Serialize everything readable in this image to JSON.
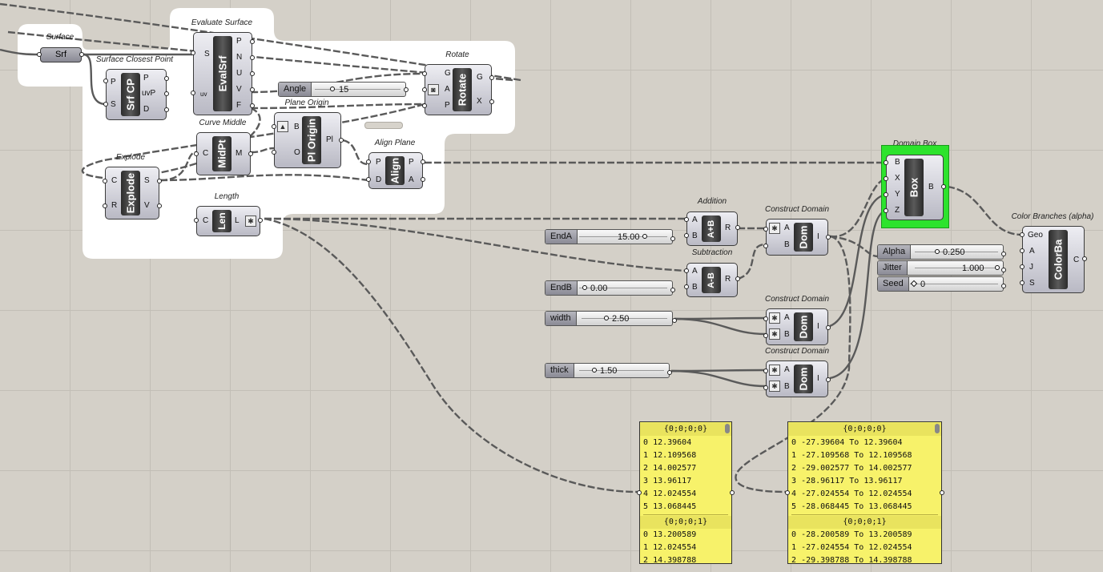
{
  "colors": {
    "canvas": "#d4d0c8",
    "group": "#ffffff",
    "panel": "#f7f26a",
    "selected": "#2de32d"
  },
  "surface": {
    "title": "Surface",
    "core": "Srf"
  },
  "surface_closest_point": {
    "title": "Surface Closest Point",
    "core": "Srf CP",
    "in": [
      "P",
      "S"
    ],
    "out": [
      "P",
      "uvP",
      "D"
    ]
  },
  "evaluate_surface": {
    "title": "Evaluate Surface",
    "core": "EvalSrf",
    "in": [
      "S",
      "uv"
    ],
    "out": [
      "P",
      "N",
      "U",
      "V",
      "F"
    ]
  },
  "rotate": {
    "title": "Rotate",
    "core": "Rotate",
    "in": [
      "G",
      "A",
      "P"
    ],
    "out": [
      "G",
      "X"
    ]
  },
  "angle_slider": {
    "name": "Angle",
    "value": "15"
  },
  "plane_origin": {
    "title": "Plane Origin",
    "core": "Pl Origin",
    "in": [
      "B",
      "O"
    ],
    "out": [
      "Pl"
    ]
  },
  "curve_middle": {
    "title": "Curve Middle",
    "core": "MidPt",
    "in": [
      "C"
    ],
    "out": [
      "M"
    ]
  },
  "align_plane": {
    "title": "Align Plane",
    "core": "Align",
    "in": [
      "P",
      "D"
    ],
    "out": [
      "P",
      "A"
    ]
  },
  "explode": {
    "title": "Explode",
    "core": "Explode",
    "in": [
      "C",
      "R"
    ],
    "out": [
      "S",
      "V"
    ]
  },
  "length": {
    "title": "Length",
    "core": "Len",
    "in": [
      "C"
    ],
    "out": [
      "L"
    ]
  },
  "addition": {
    "title": "Addition",
    "core": "A+B",
    "in": [
      "A",
      "B"
    ],
    "out": [
      "R"
    ]
  },
  "subtraction": {
    "title": "Subtraction",
    "core": "A-B",
    "in": [
      "A",
      "B"
    ],
    "out": [
      "R"
    ]
  },
  "construct_domain": {
    "title": "Construct Domain",
    "core": "Dom",
    "in": [
      "A",
      "B"
    ],
    "out": [
      "I"
    ]
  },
  "sliders": {
    "endA": {
      "name": "EndA",
      "value": "15.00"
    },
    "endB": {
      "name": "EndB",
      "value": "0.00"
    },
    "width": {
      "name": "width",
      "value": "2.50"
    },
    "thick": {
      "name": "thick",
      "value": "1.50"
    },
    "alpha": {
      "name": "Alpha",
      "value": "0.250"
    },
    "jitter": {
      "name": "Jitter",
      "value": "1.000"
    },
    "seed": {
      "name": "Seed",
      "value": "0"
    }
  },
  "domain_box": {
    "title": "Domain Box",
    "core": "Box",
    "in": [
      "B",
      "X",
      "Y",
      "Z"
    ],
    "out": [
      "B"
    ]
  },
  "color_branches": {
    "title": "Color Branches (alpha)",
    "core": "ColorBa",
    "in": [
      "Geo",
      "A",
      "J",
      "S"
    ],
    "out": [
      "C"
    ]
  },
  "panel_lengths": {
    "branch0": "{0;0;0;0}",
    "rows0": [
      {
        "i": "0",
        "v": "12.39604"
      },
      {
        "i": "1",
        "v": "12.109568"
      },
      {
        "i": "2",
        "v": "14.002577"
      },
      {
        "i": "3",
        "v": "13.96117"
      },
      {
        "i": "4",
        "v": "12.024554"
      },
      {
        "i": "5",
        "v": "13.068445"
      }
    ],
    "branch1": "{0;0;0;1}",
    "rows1": [
      {
        "i": "0",
        "v": "13.200589"
      },
      {
        "i": "1",
        "v": "12.024554"
      },
      {
        "i": "2",
        "v": "14.398788"
      }
    ]
  },
  "panel_domains": {
    "branch0": "{0;0;0;0}",
    "rows0": [
      {
        "i": "0",
        "v": "-27.39604 To 12.39604"
      },
      {
        "i": "1",
        "v": "-27.109568 To 12.109568"
      },
      {
        "i": "2",
        "v": "-29.002577 To 14.002577"
      },
      {
        "i": "3",
        "v": "-28.96117 To 13.96117"
      },
      {
        "i": "4",
        "v": "-27.024554 To 12.024554"
      },
      {
        "i": "5",
        "v": "-28.068445 To 13.068445"
      }
    ],
    "branch1": "{0;0;0;1}",
    "rows1": [
      {
        "i": "0",
        "v": "-28.200589 To 13.200589"
      },
      {
        "i": "1",
        "v": "-27.024554 To 12.024554"
      },
      {
        "i": "2",
        "v": "-29.398788 To 14.398788"
      }
    ]
  }
}
